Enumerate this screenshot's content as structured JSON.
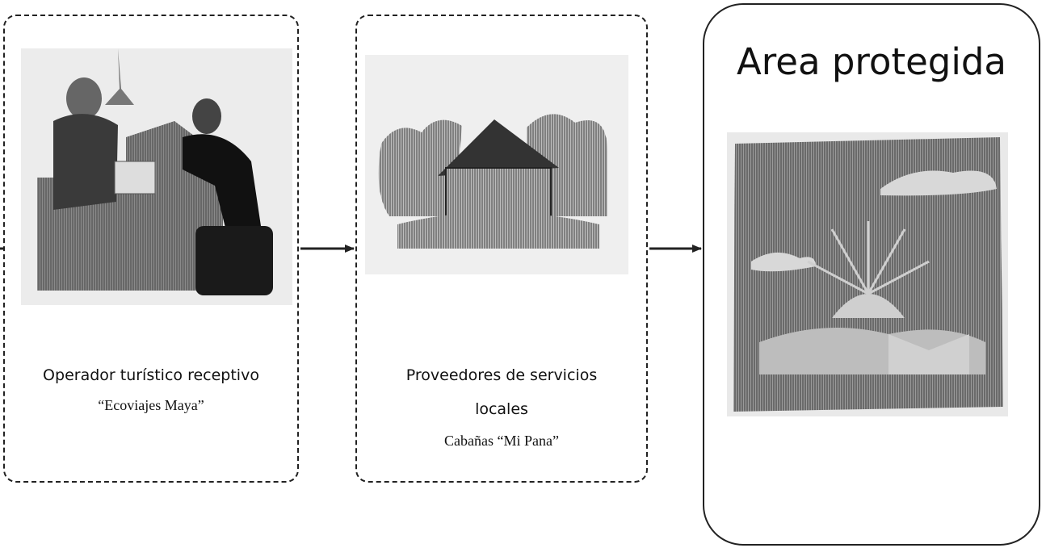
{
  "diagram": {
    "nodes": [
      {
        "title": "Operador turístico receptivo",
        "subtitle": "“Ecoviajes Maya”",
        "image_icon": "travel-agent-illustration"
      },
      {
        "title_line1": "Proveedores de servicios",
        "title_line2": "locales",
        "subtitle": "Cabañas “Mi Pana”",
        "image_icon": "cabin-illustration"
      },
      {
        "title": "Area protegida",
        "image_icon": "sunrise-landscape-illustration"
      }
    ],
    "edges": [
      {
        "from": "external",
        "to": "operador"
      },
      {
        "from": "operador",
        "to": "proveedores"
      },
      {
        "from": "proveedores",
        "to": "area-protegida"
      }
    ],
    "colors": {
      "line": "#222222",
      "image_fill": "#6f6f6f"
    }
  }
}
